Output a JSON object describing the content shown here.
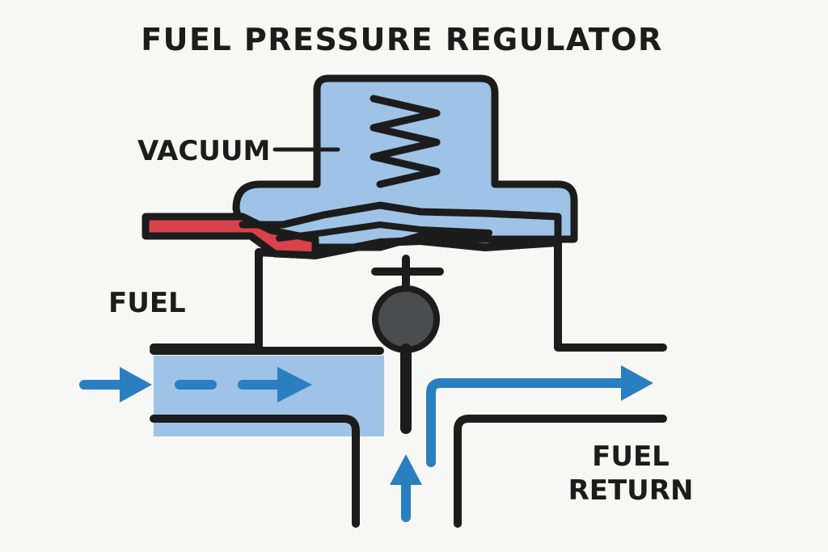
{
  "diagram": {
    "title": "FUEL PRESSURE REGULATOR",
    "labels": {
      "vacuum": "VACUUM",
      "fuel": "FUEL",
      "fuel_return_line1": "FUEL",
      "fuel_return_line2": "RETURN"
    },
    "colors": {
      "outline": "#1c1c1c",
      "chamber_fill": "#9ec3e6",
      "inlet_fill": "#9ec3e6",
      "red_channel": "#d9414b",
      "arrow_blue": "#2a7fc1",
      "valve_ball": "#4a4d50",
      "background": "#f7f7f5"
    }
  }
}
